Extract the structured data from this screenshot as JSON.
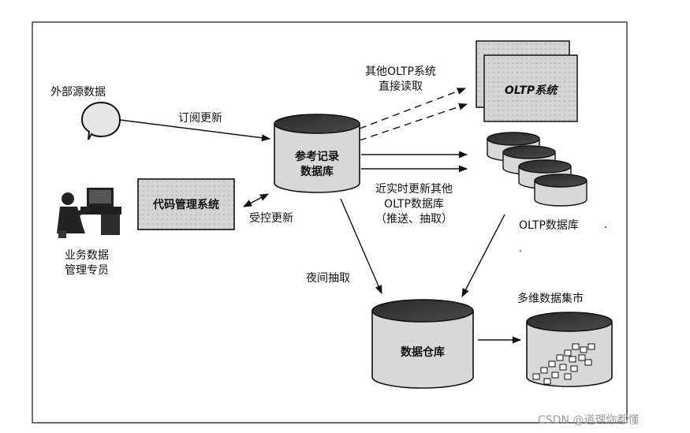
{
  "labels": {
    "external_source": "外部源数据",
    "subscribe_update": "订阅更新",
    "other_oltp_line1": "其他OLTP系统",
    "other_oltp_line2": "直接读取",
    "oltp_system": "OLTP系统",
    "reference_db_line1": "参考记录",
    "reference_db_line2": "数据库",
    "code_mgmt_system": "代码管理系统",
    "controlled_update": "受控更新",
    "near_realtime_line1": "近实时更新其他",
    "near_realtime_line2": "OLTP数据库",
    "near_realtime_line3": "（推送、抽取）",
    "oltp_database": "OLTP数据库",
    "business_data_line1": "业务数据",
    "business_data_line2": "管理专员",
    "nightly_extract": "夜间抽取",
    "data_warehouse": "数据仓库",
    "data_mart": "多维数据集市"
  },
  "watermark": "CSDN @道理你都懂"
}
